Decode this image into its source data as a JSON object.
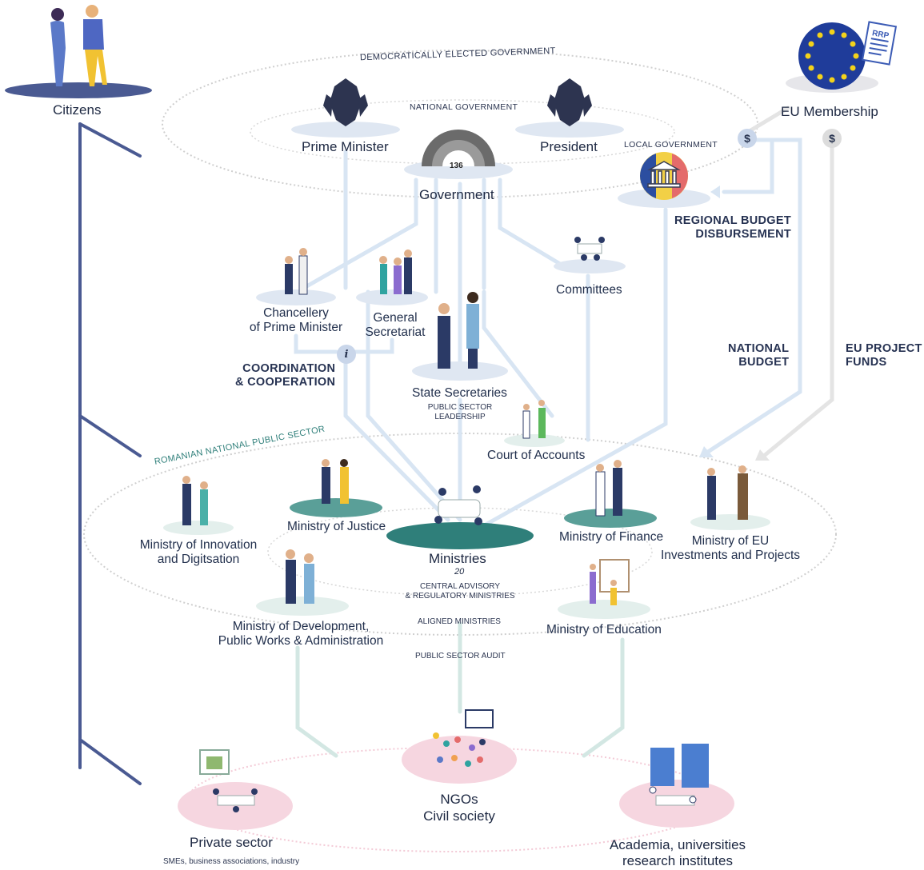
{
  "labels": {
    "citizens": "Citizens",
    "eu_membership": "EU Membership",
    "eu_doc": "RRP",
    "democratically_elected": "DEMOCRATICALLY ELECTED GOVERNMENT",
    "national_government": "NATIONAL GOVERNMENT",
    "prime_minister": "Prime Minister",
    "president": "President",
    "government": "Government",
    "seats": "136",
    "local_government": "LOCAL GOVERNMENT",
    "regional_budget_1": "REGIONAL BUDGET",
    "regional_budget_2": "DISBURSEMENT",
    "chancellery_1": "Chancellery",
    "chancellery_2": "of Prime Minister",
    "general_1": "General",
    "general_2": "Secretariat",
    "committees": "Committees",
    "coordination_1": "COORDINATION",
    "coordination_2": "& COOPERATION",
    "state_secretaries": "State Secretaries",
    "psl_1": "PUBLIC SECTOR",
    "psl_2": "LEADERSHIP",
    "national_budget_1": "NATIONAL",
    "national_budget_2": "BUDGET",
    "eu_funds_1": "EU PROJECT",
    "eu_funds_2": "FUNDS",
    "court_of_accounts": "Court of Accounts",
    "romanian_public_sector": "ROMANIAN NATIONAL  PUBLIC SECTOR",
    "ministry_justice": "Ministry of Justice",
    "ministry_innovation_1": "Ministry of Innovation",
    "ministry_innovation_2": "and Digitsation",
    "ministry_finance": "Ministry of Finance",
    "ministry_eu_1": "Ministry of EU",
    "ministry_eu_2": "Investments and Projects",
    "ministries": "Ministries",
    "ministries_count": "20",
    "central_1": "CENTRAL ADVISORY",
    "central_2": "& REGULATORY MINISTRIES",
    "aligned": "ALIGNED MINISTRIES",
    "ministry_dev_1": "Ministry of Development,",
    "ministry_dev_2": "Public Works & Administration",
    "ministry_education": "Ministry of Education",
    "audit": "PUBLIC SECTOR AUDIT",
    "private_sector": "Private sector",
    "private_sub": "SMEs, business associations, industry",
    "ngos_1": "NGOs",
    "ngos_2": "Civil society",
    "academia_1": "Academia, universities",
    "academia_2": "research institutes",
    "dollar": "$",
    "info": "i"
  },
  "colors": {
    "navy": "#4a5a92",
    "flow": "#d8e5f3",
    "teal": "#2f7f7a",
    "pink": "#f6d6e0",
    "eu_blue": "#1f3c9a",
    "eu_star": "#f3d21b"
  }
}
